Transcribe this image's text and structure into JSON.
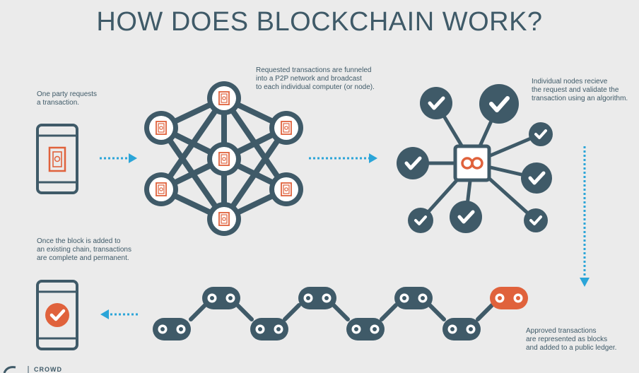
{
  "title": "HOW DOES BLOCKCHAIN WORK?",
  "captions": {
    "step1": "One party requests\na transaction.",
    "step2": "Requested transactions are funneled\ninto a P2P network and broadcast\nto each individual computer (or node).",
    "step3": "Individual nodes recieve\nthe request and validate the\ntransaction using an algorithm.",
    "step4": "Approved transactions\nare represented as blocks\nand added to a public ledger.",
    "step5": "Once the block is added to\nan existing chain,  transactions\nare complete and permanent."
  },
  "footer": {
    "logo_text": "CROWD"
  },
  "colors": {
    "background": "#ebebeb",
    "dark": "#3f5a68",
    "accent": "#e0623c",
    "arrow": "#2ba5d8",
    "white": "#ffffff"
  },
  "icons": {
    "phone_request": "phone-with-document-icon",
    "node": "document-node-icon",
    "validator": "checkmark-icon",
    "hub": "chain-link-icon",
    "phone_complete": "phone-with-checkmark-icon"
  }
}
